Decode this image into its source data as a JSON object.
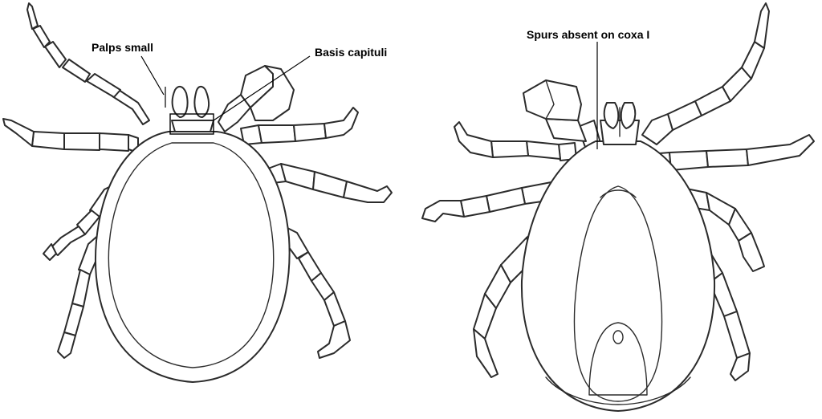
{
  "labels": {
    "palps": "Palps small",
    "basis": "Basis capituli",
    "spurs": "Spurs absent on coxa I"
  }
}
